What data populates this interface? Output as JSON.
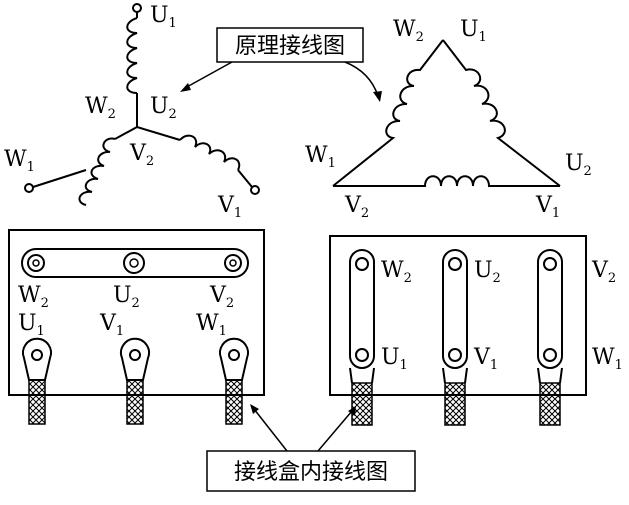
{
  "captions": {
    "schematic": "原理接线图",
    "terminal_box": "接线盒内接线图"
  },
  "star": {
    "top": {
      "main": "U",
      "sub": "1"
    },
    "left": {
      "main": "W",
      "sub": "1"
    },
    "right": {
      "main": "V",
      "sub": "1"
    },
    "center_w": {
      "main": "W",
      "sub": "2"
    },
    "center_u": {
      "main": "U",
      "sub": "2"
    },
    "center_v": {
      "main": "V",
      "sub": "2"
    }
  },
  "delta": {
    "top_left": {
      "main": "W",
      "sub": "2"
    },
    "top_right": {
      "main": "U",
      "sub": "1"
    },
    "left": {
      "main": "W",
      "sub": "1"
    },
    "right": {
      "main": "U",
      "sub": "2"
    },
    "bottom_left": {
      "main": "V",
      "sub": "2"
    },
    "bottom_right": {
      "main": "V",
      "sub": "1"
    }
  },
  "star_box": {
    "top_row": [
      {
        "main": "W",
        "sub": "2"
      },
      {
        "main": "U",
        "sub": "2"
      },
      {
        "main": "V",
        "sub": "2"
      }
    ],
    "bottom_row": [
      {
        "main": "U",
        "sub": "1"
      },
      {
        "main": "V",
        "sub": "1"
      },
      {
        "main": "W",
        "sub": "1"
      }
    ]
  },
  "delta_box": {
    "top_row": [
      {
        "main": "W",
        "sub": "2"
      },
      {
        "main": "U",
        "sub": "2"
      },
      {
        "main": "V",
        "sub": "2"
      }
    ],
    "bottom_row": [
      {
        "main": "U",
        "sub": "1"
      },
      {
        "main": "V",
        "sub": "1"
      },
      {
        "main": "W",
        "sub": "1"
      }
    ]
  }
}
